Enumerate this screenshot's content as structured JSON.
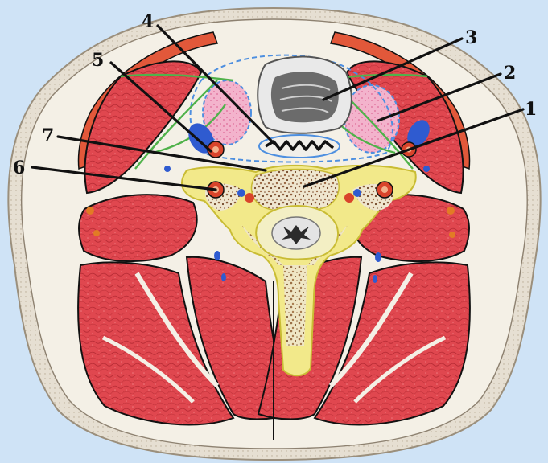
{
  "callouts": [
    {
      "id": "1",
      "label": "1"
    },
    {
      "id": "2",
      "label": "2"
    },
    {
      "id": "3",
      "label": "3"
    },
    {
      "id": "4",
      "label": "4"
    },
    {
      "id": "5",
      "label": "5"
    },
    {
      "id": "6",
      "label": "6"
    },
    {
      "id": "7",
      "label": "7"
    }
  ],
  "colors": {
    "background": "#cfe3f6",
    "skin": "#e8e2d6",
    "subcutis": "#f3efe4",
    "muscle": "#e0474f",
    "muscle_dark": "#b92d36",
    "fascia": "#111111",
    "bone": "#f2e98a",
    "bone_outline": "#c9bc34",
    "marrow": "#8a5a3a",
    "gland": "#f0a6c4",
    "nerve_green": "#4fb24a",
    "vein": "#2f5bd0",
    "artery": "#d9442b"
  }
}
